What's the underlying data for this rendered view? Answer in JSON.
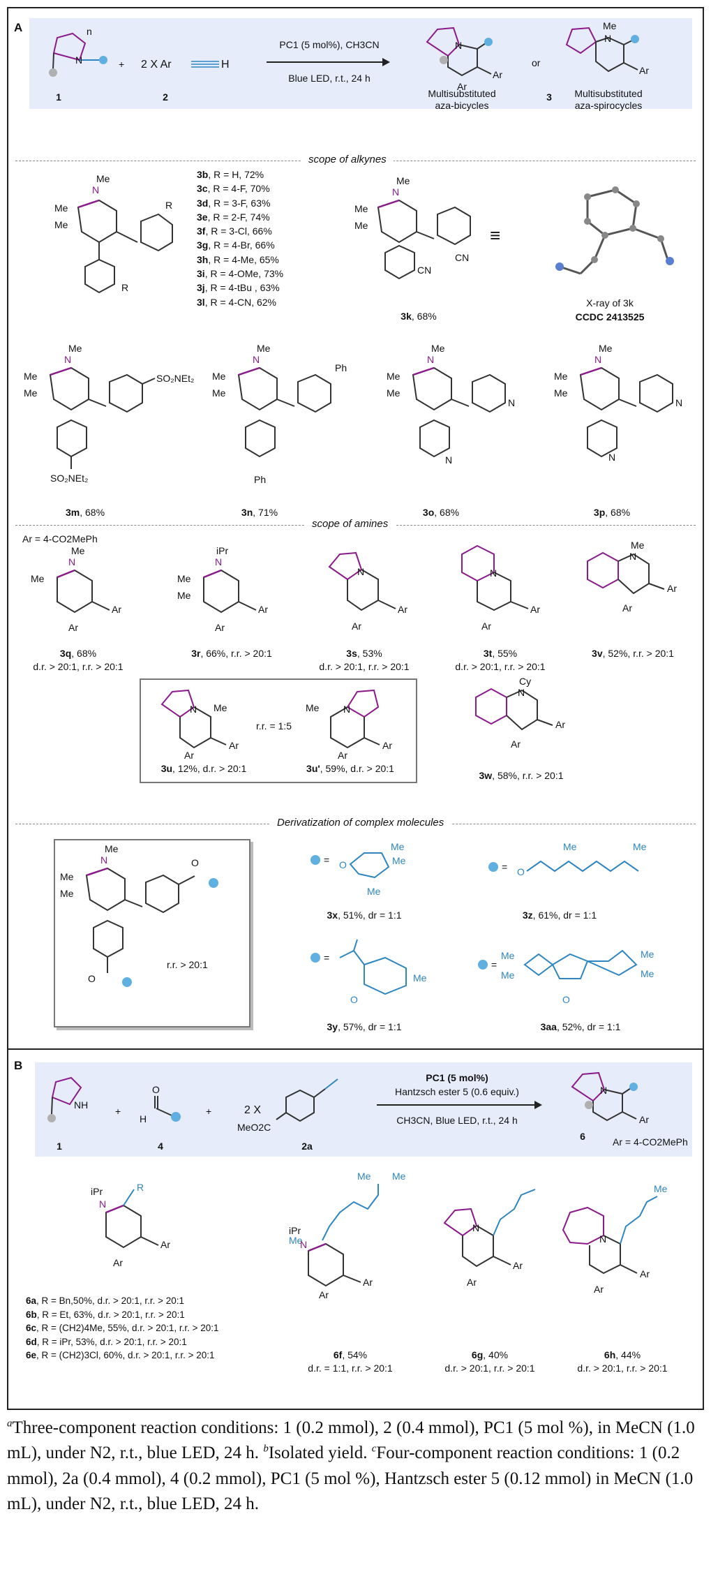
{
  "panelA": {
    "label": "A",
    "reaction": {
      "n_label": "n",
      "sm1_label": "1",
      "plus": "+",
      "reagent2": "2 X Ar",
      "reagent2_h": "H",
      "sm2_label": "2",
      "cond_top": "PC1 (5 mol%), CH3CN",
      "cond_bottom": "Blue LED, r.t., 24 h",
      "ar_label": "Ar",
      "or": "or",
      "prod_label": "3",
      "prod1_caption": [
        "Multisubstituted",
        "aza-bicycles"
      ],
      "prod2_caption": [
        "Multisubstituted",
        "aza-spirocycles"
      ]
    },
    "scope_alkynes": {
      "title": "scope of alkynes",
      "list": [
        {
          "id": "3b",
          "text": ", R = H, 72%"
        },
        {
          "id": "3c",
          "text": ", R = 4-F, 70%"
        },
        {
          "id": "3d",
          "text": ", R = 3-F, 63%"
        },
        {
          "id": "3e",
          "text": ", R = 2-F, 74%"
        },
        {
          "id": "3f",
          "text": ", R = 3-Cl, 66%"
        },
        {
          "id": "3g",
          "text": ", R = 4-Br, 66%"
        },
        {
          "id": "3h",
          "text": ", R = 4-Me, 65%"
        },
        {
          "id": "3i",
          "text": ", R = 4-OMe, 73%"
        },
        {
          "id": "3j",
          "text": ", R = 4-tBu , 63%"
        },
        {
          "id": "3l",
          "text": ", R = 4-CN, 62%"
        }
      ],
      "generic_R": "R",
      "k3": {
        "id": "3k",
        "yield": ", 68%",
        "cn1": "CN",
        "cn2": "CN"
      },
      "xray": {
        "line1": "X-ray of 3k",
        "line2": "CCDC 2413525"
      },
      "m3": {
        "id": "3m",
        "yield": ", 68%",
        "sub": "SO2NEt2"
      },
      "n3": {
        "id": "3n",
        "yield": ", 71%",
        "sub": "Ph"
      },
      "o3": {
        "id": "3o",
        "yield": ", 68%",
        "sub": "N"
      },
      "p3": {
        "id": "3p",
        "yield": ", 68%",
        "sub": "N"
      }
    },
    "scope_amines": {
      "title": "scope of amines",
      "ar_def": "Ar = 4-CO2MePh",
      "items": [
        {
          "id": "3q",
          "line1": ", 68%",
          "line2": "d.r. > 20:1, r.r. > 20:1"
        },
        {
          "id": "3r",
          "line1": ", 66%, r.r. > 20:1",
          "line2": ""
        },
        {
          "id": "3s",
          "line1": ", 53%",
          "line2": "d.r. > 20:1, r.r. > 20:1"
        },
        {
          "id": "3t",
          "line1": ", 55%",
          "line2": "d.r. > 20:1, r.r. > 20:1"
        },
        {
          "id": "3v",
          "line1": ", 52%, r.r. > 20:1",
          "line2": ""
        },
        {
          "id": "3u",
          "line1": ", 12%, d.r. > 20:1",
          "line2": ""
        },
        {
          "id": "3u'",
          "line1": ", 59%, d.r. > 20:1",
          "line2": ""
        },
        {
          "id": "3w",
          "line1": ", 58%, r.r. > 20:1",
          "line2": ""
        }
      ],
      "rr_ratio": "r.r. = 1:5",
      "ipr": "iPr",
      "cy": "Cy"
    },
    "derivatization": {
      "title": "Derivatization of complex molecules",
      "rr": "r.r. > 20:1",
      "items": [
        {
          "id": "3x",
          "text": ", 51%, dr = 1:1"
        },
        {
          "id": "3z",
          "text": ", 61%, dr = 1:1"
        },
        {
          "id": "3y",
          "text": ", 57%, dr = 1:1"
        },
        {
          "id": "3aa",
          "text": ", 52%, dr = 1:1"
        }
      ]
    }
  },
  "panelB": {
    "label": "B",
    "reaction": {
      "sm1_label": "1",
      "sm4_label": "4",
      "reagent_2a": "2 X",
      "sm2a_label": "2a",
      "cond_top": "PC1 (5 mol%)",
      "cond_mid": "Hantzsch ester 5 (0.6 equiv.)",
      "cond_bottom": "CH3CN, Blue LED, r.t., 24 h",
      "prod_label": "6",
      "ar_def": "Ar = 4-CO2MePh",
      "meo2c": "MeO2C",
      "nh": "NH",
      "h": "H",
      "o": "O"
    },
    "list6": [
      {
        "id": "6a",
        "text": ", R = Bn,50%, d.r. > 20:1, r.r. > 20:1"
      },
      {
        "id": "6b",
        "text": ", R = Et, 63%, d.r. > 20:1, r.r. > 20:1"
      },
      {
        "id": "6c",
        "text": ", R = (CH2)4Me, 55%, d.r. > 20:1, r.r. > 20:1"
      },
      {
        "id": "6d",
        "text": ", R = iPr, 53%, d.r. > 20:1, r.r. > 20:1"
      },
      {
        "id": "6e",
        "text": ", R = (CH2)3Cl, 60%, d.r. > 20:1, r.r. > 20:1"
      }
    ],
    "f6": {
      "id": "6f",
      "line1": ", 54%",
      "line2": "d.r. = 1:1, r.r. > 20:1"
    },
    "g6": {
      "id": "6g",
      "line1": ", 40%",
      "line2": "d.r. > 20:1, r.r. > 20:1"
    },
    "h6": {
      "id": "6h",
      "line1": ", 44%",
      "line2": "d.r. > 20:1, r.r. > 20:1"
    }
  },
  "footnotes": {
    "a_mark": "a",
    "a_text": "Three-component reaction conditions: 1 (0.2 mmol), 2 (0.4 mmol), PC1 (5 mol %), in MeCN (1.0 mL), under N2, r.t., blue LED, 24 h.",
    "b_mark": "b",
    "b_text": "Isolated yield.",
    "c_mark": "c",
    "c_text": "Four-component reaction conditions: 1 (0.2 mmol), 2a (0.4 mmol), 4 (0.2 mmol), PC1 (5 mol %), Hantzsch ester 5 (0.12 mmol) in MeCN (1.0 mL), under N2, r.t., blue LED, 24 h."
  },
  "colors": {
    "purple": "#8b1a8b",
    "blue": "#2e86c1",
    "pink": "#e8a0a8",
    "grey_ball": "#b0b0b0",
    "scheme_bg": "#e6ecfa"
  }
}
